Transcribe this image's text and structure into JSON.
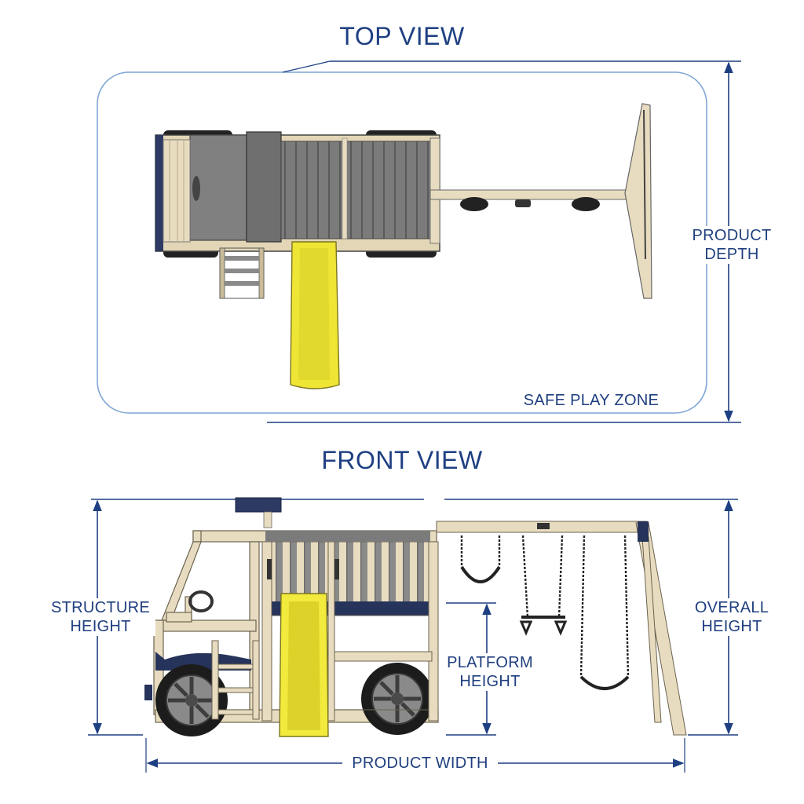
{
  "top_view": {
    "title": "TOP VIEW",
    "zone_label": "SAFE PLAY ZONE",
    "depth_label_line1": "PRODUCT",
    "depth_label_line2": "DEPTH"
  },
  "front_view": {
    "title": "FRONT VIEW",
    "structure_height_line1": "STRUCTURE",
    "structure_height_line2": "HEIGHT",
    "overall_height_line1": "OVERALL",
    "overall_height_line2": "HEIGHT",
    "platform_height_line1": "PLATFORM",
    "platform_height_line2": "HEIGHT",
    "width_label": "PRODUCT WIDTH"
  },
  "colors": {
    "wood": "#e8dcc0",
    "wood_dark": "#cbbd98",
    "deck_gray": "#7d7d7d",
    "slide_yellow": "#f2ea3c",
    "navy": "#26335a",
    "tire": "#1c1c1c",
    "dimension_blue": "#1e3f82",
    "zone_outline": "#7fa6d6"
  }
}
